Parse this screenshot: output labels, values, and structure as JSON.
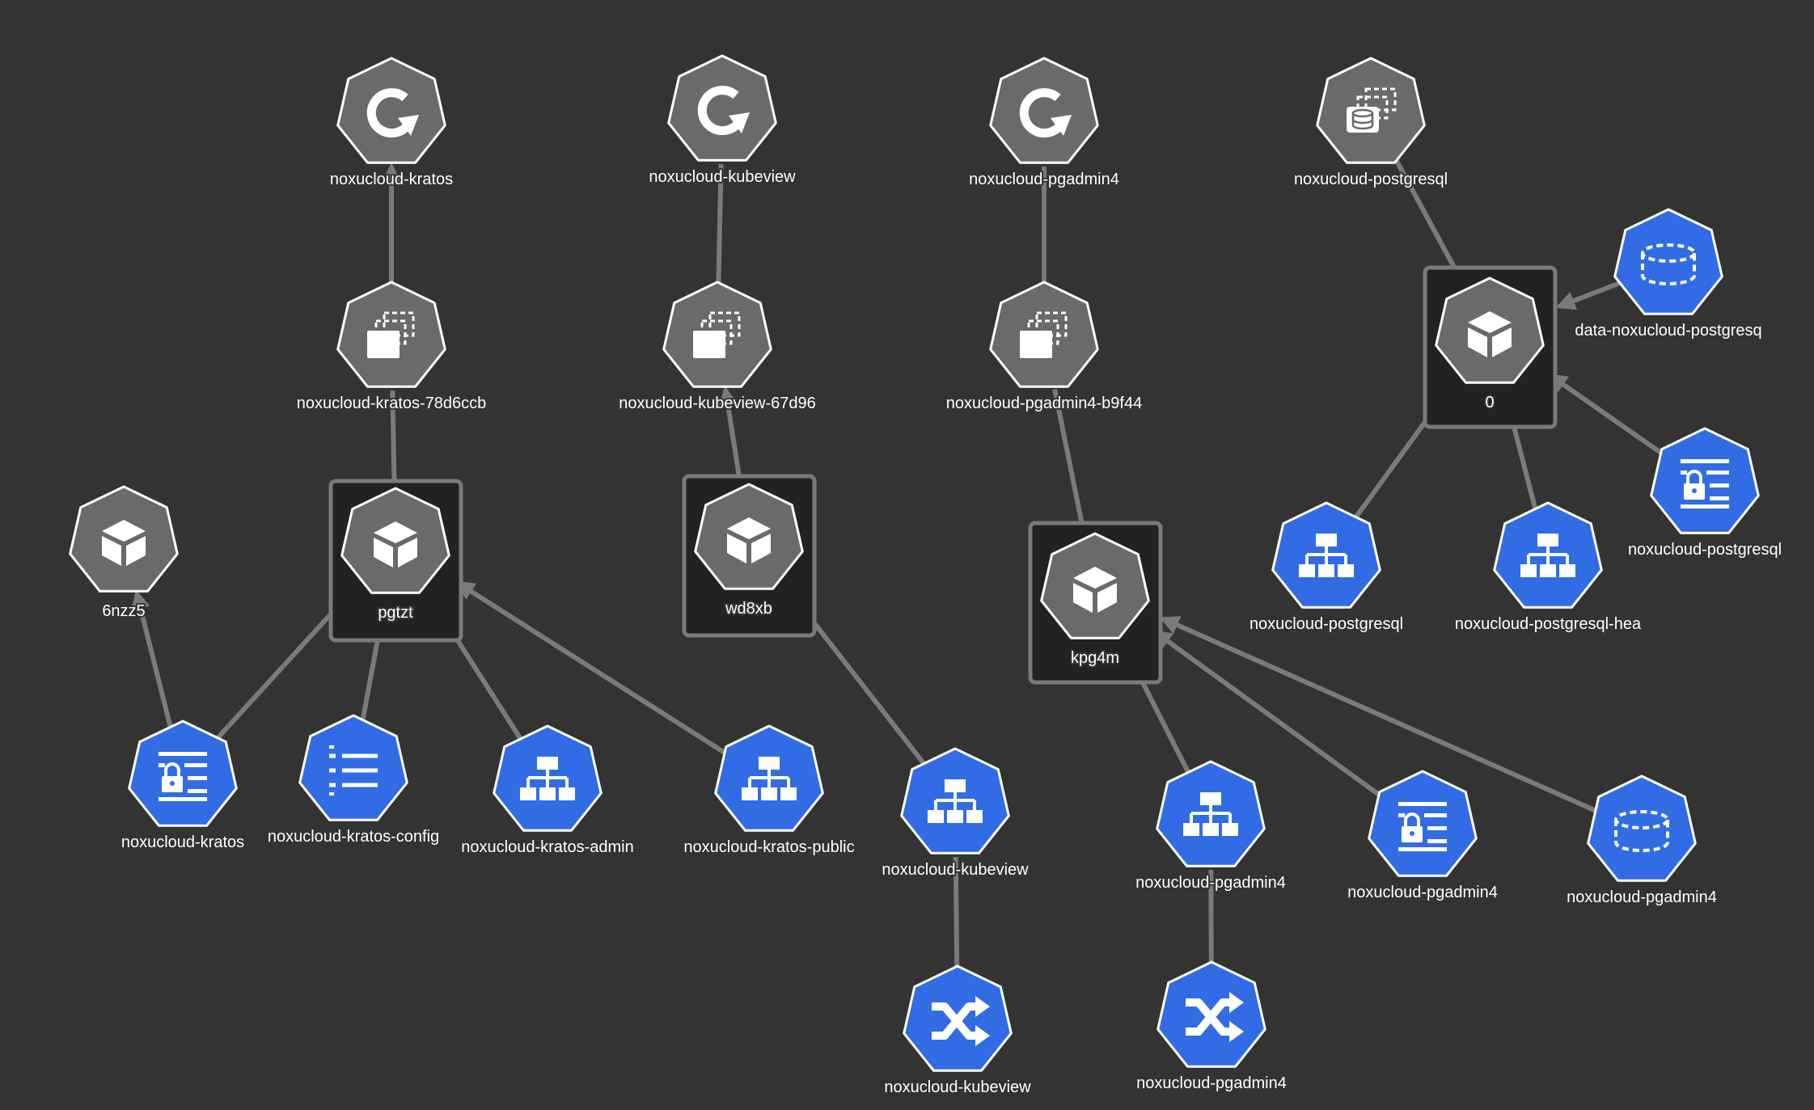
{
  "colors": {
    "background": "#333333",
    "edge": "#7a7a7a",
    "workload": "#6a6a6a",
    "resource": "#326ce5",
    "node_border": "#ffffff",
    "pod_frame_fill": "#222222",
    "pod_frame_border": "#7a7a7a",
    "glyph": "#ffffff"
  },
  "nodes": [
    {
      "id": "deploy-kratos",
      "kind": "workload",
      "icon": "deployment-icon",
      "label": "noxucloud-kratos"
    },
    {
      "id": "deploy-kubeview",
      "kind": "workload",
      "icon": "deployment-icon",
      "label": "noxucloud-kubeview"
    },
    {
      "id": "deploy-pgadmin4",
      "kind": "workload",
      "icon": "deployment-icon",
      "label": "noxucloud-pgadmin4"
    },
    {
      "id": "sts-postgresql",
      "kind": "workload",
      "icon": "statefulset-icon",
      "label": "noxucloud-postgresql"
    },
    {
      "id": "rs-kratos",
      "kind": "workload",
      "icon": "replicaset-icon",
      "label": "noxucloud-kratos-78d6ccb"
    },
    {
      "id": "rs-kubeview",
      "kind": "workload",
      "icon": "replicaset-icon",
      "label": "noxucloud-kubeview-67d96"
    },
    {
      "id": "rs-pgadmin4",
      "kind": "workload",
      "icon": "replicaset-icon",
      "label": "noxucloud-pgadmin4-b9f44"
    },
    {
      "id": "pod-6nzz5",
      "kind": "workload",
      "icon": "pod-icon",
      "label": "6nzz5",
      "frame": false
    },
    {
      "id": "pod-pgtzt",
      "kind": "workload",
      "icon": "pod-icon",
      "label": "pgtzt",
      "frame": true
    },
    {
      "id": "pod-wd8xb",
      "kind": "workload",
      "icon": "pod-icon",
      "label": "wd8xb",
      "frame": true
    },
    {
      "id": "pod-kpg4m",
      "kind": "workload",
      "icon": "pod-icon",
      "label": "kpg4m",
      "frame": true
    },
    {
      "id": "pod-0",
      "kind": "workload",
      "icon": "pod-icon",
      "label": "0",
      "frame": true
    },
    {
      "id": "pvc-postgresql",
      "kind": "resource",
      "icon": "pvc-icon",
      "label": "data-noxucloud-postgresq"
    },
    {
      "id": "secret-postgresql",
      "kind": "resource",
      "icon": "secret-icon",
      "label": "noxucloud-postgresql"
    },
    {
      "id": "svc-postgresql",
      "kind": "resource",
      "icon": "service-icon",
      "label": "noxucloud-postgresql"
    },
    {
      "id": "svc-postgresql-hea",
      "kind": "resource",
      "icon": "service-icon",
      "label": "noxucloud-postgresql-hea"
    },
    {
      "id": "secret-kratos",
      "kind": "resource",
      "icon": "secret-icon",
      "label": "noxucloud-kratos"
    },
    {
      "id": "cm-kratos-config",
      "kind": "resource",
      "icon": "configmap-icon",
      "label": "noxucloud-kratos-config"
    },
    {
      "id": "svc-kratos-admin",
      "kind": "resource",
      "icon": "service-icon",
      "label": "noxucloud-kratos-admin"
    },
    {
      "id": "svc-kratos-public",
      "kind": "resource",
      "icon": "service-icon",
      "label": "noxucloud-kratos-public"
    },
    {
      "id": "svc-kubeview",
      "kind": "resource",
      "icon": "service-icon",
      "label": "noxucloud-kubeview"
    },
    {
      "id": "ing-kubeview",
      "kind": "resource",
      "icon": "ingress-icon",
      "label": "noxucloud-kubeview"
    },
    {
      "id": "svc-pgadmin4",
      "kind": "resource",
      "icon": "service-icon",
      "label": "noxucloud-pgadmin4"
    },
    {
      "id": "secret-pgadmin4",
      "kind": "resource",
      "icon": "secret-icon",
      "label": "noxucloud-pgadmin4"
    },
    {
      "id": "pvc-pgadmin4",
      "kind": "resource",
      "icon": "pvc-icon",
      "label": "noxucloud-pgadmin4"
    },
    {
      "id": "ing-pgadmin4",
      "kind": "resource",
      "icon": "ingress-icon",
      "label": "noxucloud-pgadmin4"
    }
  ],
  "edges": [
    {
      "from": "rs-kratos",
      "to": "deploy-kratos",
      "arrow": true
    },
    {
      "from": "pod-pgtzt",
      "to": "rs-kratos",
      "arrow": false
    },
    {
      "from": "rs-kubeview",
      "to": "deploy-kubeview",
      "arrow": false
    },
    {
      "from": "pod-wd8xb",
      "to": "rs-kubeview",
      "arrow": true
    },
    {
      "from": "rs-pgadmin4",
      "to": "deploy-pgadmin4",
      "arrow": false
    },
    {
      "from": "pod-kpg4m",
      "to": "rs-pgadmin4",
      "arrow": false
    },
    {
      "from": "pod-0",
      "to": "sts-postgresql",
      "arrow": false
    },
    {
      "from": "secret-kratos",
      "to": "pod-6nzz5",
      "arrow": true
    },
    {
      "from": "secret-kratos",
      "to": "pod-pgtzt",
      "arrow": true
    },
    {
      "from": "cm-kratos-config",
      "to": "pod-pgtzt",
      "arrow": true
    },
    {
      "from": "svc-kratos-admin",
      "to": "pod-pgtzt",
      "arrow": true
    },
    {
      "from": "svc-kratos-public",
      "to": "pod-pgtzt",
      "arrow": true
    },
    {
      "from": "svc-kubeview",
      "to": "pod-wd8xb",
      "arrow": true
    },
    {
      "from": "ing-kubeview",
      "to": "svc-kubeview",
      "arrow": false
    },
    {
      "from": "svc-pgadmin4",
      "to": "pod-kpg4m",
      "arrow": true
    },
    {
      "from": "secret-pgadmin4",
      "to": "pod-kpg4m",
      "arrow": true
    },
    {
      "from": "pvc-pgadmin4",
      "to": "pod-kpg4m",
      "arrow": true
    },
    {
      "from": "ing-pgadmin4",
      "to": "svc-pgadmin4",
      "arrow": false
    },
    {
      "from": "pvc-postgresql",
      "to": "pod-0",
      "arrow": true
    },
    {
      "from": "secret-postgresql",
      "to": "pod-0",
      "arrow": true
    },
    {
      "from": "svc-postgresql",
      "to": "pod-0",
      "arrow": true
    },
    {
      "from": "svc-postgresql-hea",
      "to": "pod-0",
      "arrow": true
    }
  ]
}
